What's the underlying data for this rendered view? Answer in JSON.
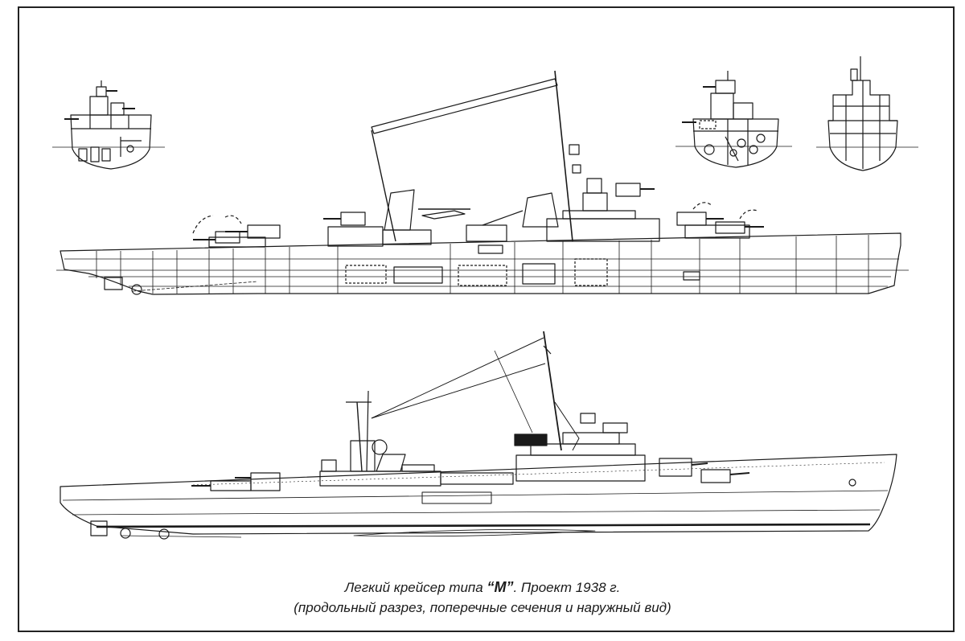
{
  "caption": {
    "prefix": "Легкий крейсер типа ",
    "type_name": "“М”",
    "suffix": ". Проект 1938 г.",
    "subtitle": "(продольный разрез, поперечные сечения и наружный вид)"
  },
  "colors": {
    "ink": "#1a1a1a",
    "paper": "#ffffff"
  }
}
